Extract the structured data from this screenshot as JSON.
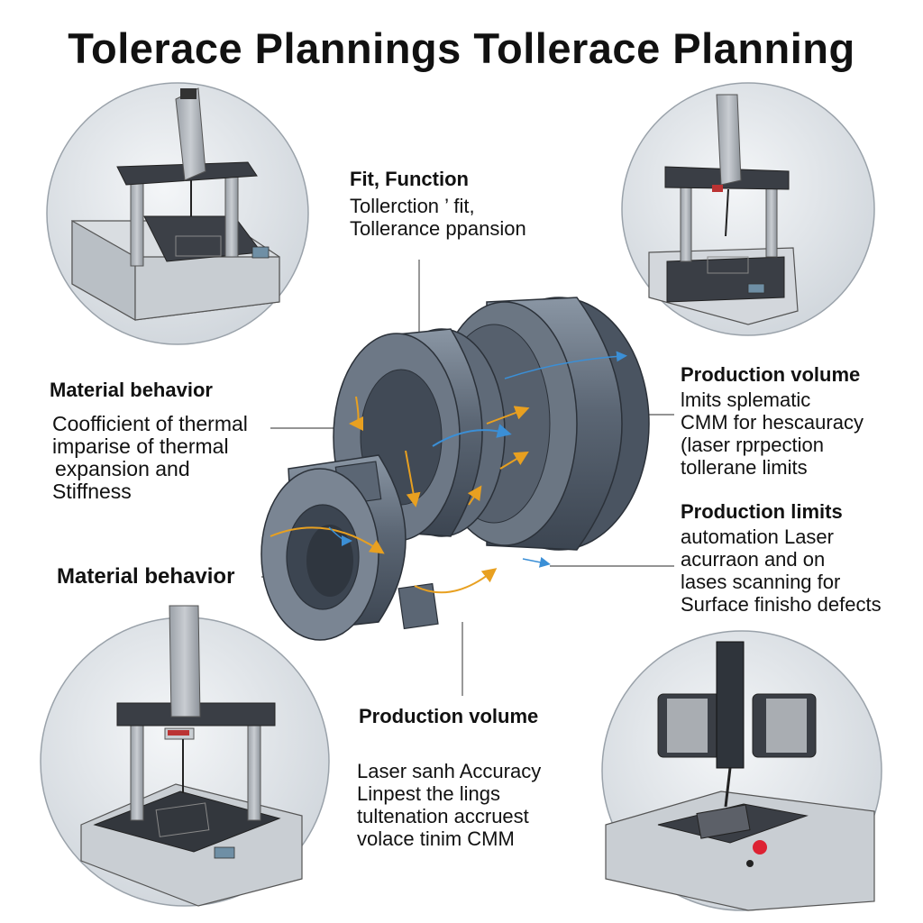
{
  "title": "Tolerace Plannings Tollerace Planning",
  "labels": {
    "fit": {
      "heading": "Fit, Function",
      "lines": [
        "Tollerction ’ fit,",
        "Tollerance ppansion"
      ]
    },
    "material_top": {
      "heading": "Material behavior",
      "lines": [
        "Coofficient of thermal",
        "imparise of thermal",
        "expansion and",
        "Stiffness"
      ]
    },
    "material_bottom": {
      "heading": "Material behavior"
    },
    "production_volume_right": {
      "heading": "Production volume",
      "lines": [
        "lmits splematic",
        "CMM for hescauracy",
        "(laser rprpection",
        "tollerane limits"
      ]
    },
    "production_limits": {
      "heading": "Production limits",
      "lines": [
        "automation Laser",
        "acurraon and on",
        "lases scanning for",
        "Surface finisho defects"
      ]
    },
    "production_volume_bottom": {
      "heading": "Production volume",
      "lines": [
        "Laser sanh Accuracy",
        "Linpest the lings",
        "tultenation accruest",
        "volace tinim CMM"
      ]
    }
  },
  "colors": {
    "metal": "#5d6876",
    "metal_light": "#8e9aa8",
    "metal_dark": "#3b4450",
    "arrow_orange": "#e8a020",
    "arrow_blue": "#3b8fd6",
    "circle_bg": "#e9ecef"
  }
}
